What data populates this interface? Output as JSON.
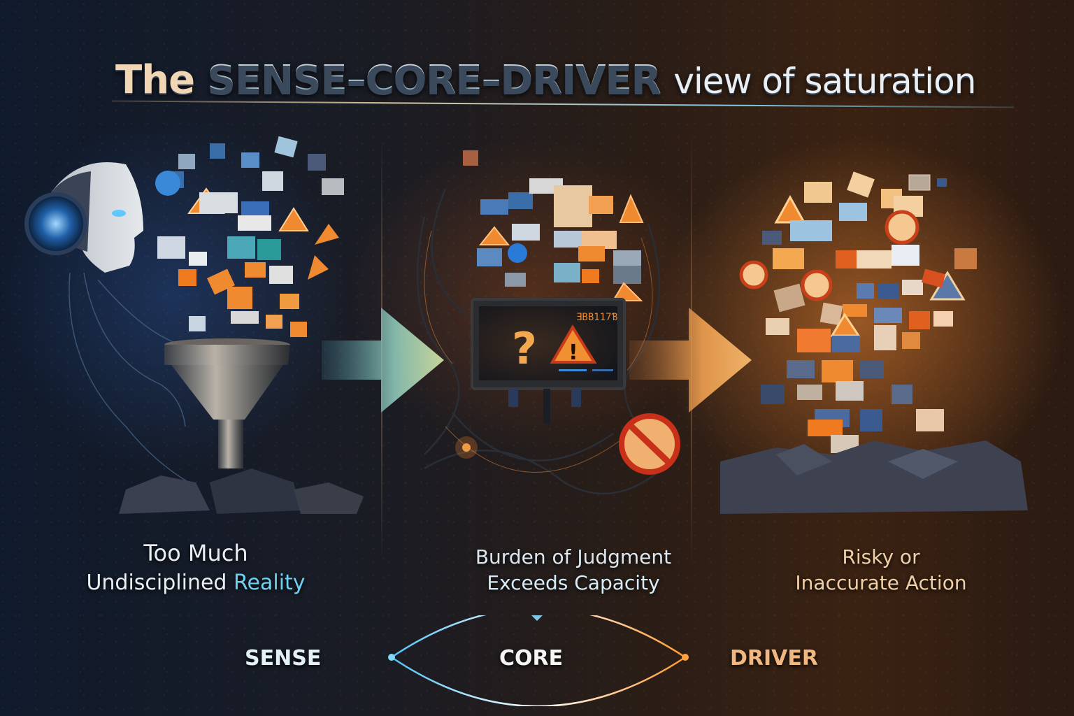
{
  "title": {
    "prefix": "The",
    "main": "SENSE–CORE–DRIVER",
    "suffix": "view of saturation"
  },
  "panels": [
    {
      "id": "sense",
      "caption_line1": "Too Much",
      "caption_line2_plain": "Undisciplined",
      "caption_line2_accent": "Reality",
      "illustration": "robot-head-with-information-funnel",
      "accent_color": "#6fd0ef"
    },
    {
      "id": "core",
      "caption_line1": "Burden of Judgment",
      "caption_line2": "Exceeds Capacity",
      "illustration": "overloaded-monitor-with-warnings",
      "monitor_readout": "ƎBB117Ɓ",
      "accent_color": "#f0a040"
    },
    {
      "id": "driver",
      "caption_line1": "Risky or",
      "caption_line2": "Inaccurate Action",
      "illustration": "collapsing-pile-of-icons",
      "accent_color": "#f0cfa7"
    }
  ],
  "flow": {
    "labels": [
      "SENSE",
      "CORE",
      "DRIVER"
    ],
    "colors": {
      "sense": "#4fc3f7",
      "core": "#ffffff",
      "driver": "#ff9a30"
    }
  },
  "icons": [
    "robot-head-icon",
    "funnel-icon",
    "warning-triangle-icon",
    "question-mark-icon",
    "no-entry-icon",
    "envelope-icon",
    "arrow-right-icon"
  ]
}
